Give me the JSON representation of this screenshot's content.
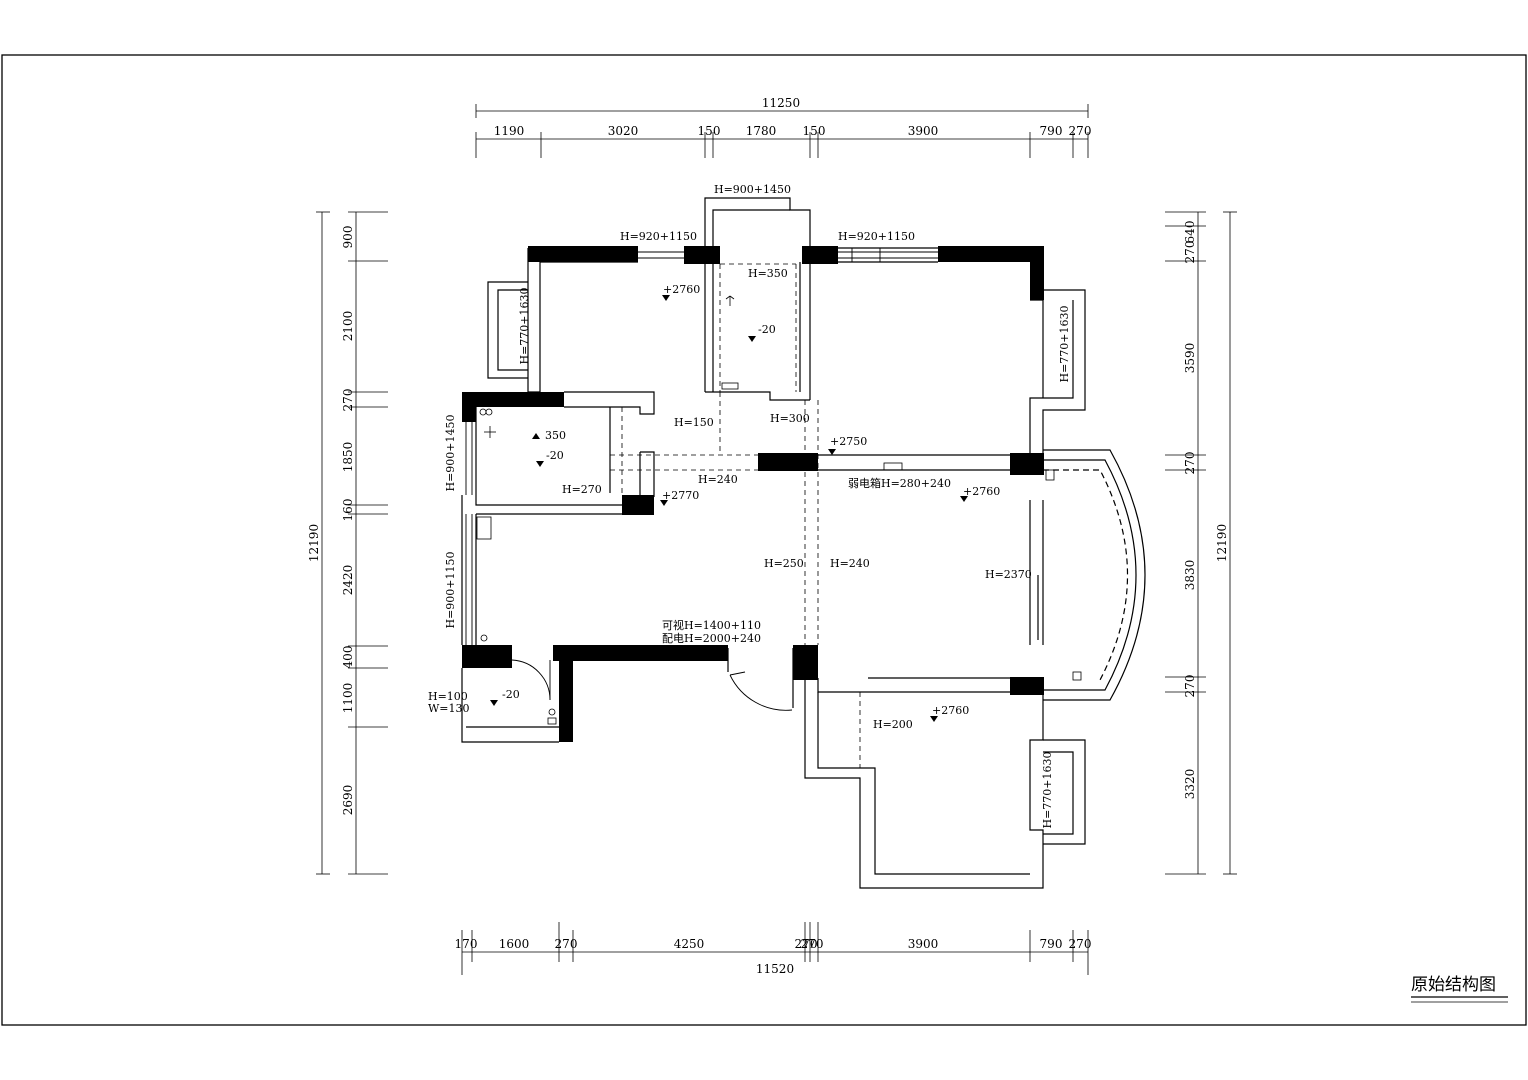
{
  "title": "原始结构图",
  "dimensions": {
    "top_total": "11250",
    "top_segments": [
      "1190",
      "3020",
      "150",
      "1780",
      "150",
      "3900",
      "790",
      "270"
    ],
    "bottom_total": "11520",
    "bottom_segments": [
      "170",
      "1600",
      "270",
      "4250",
      "270",
      "270",
      "3900",
      "790",
      "270"
    ],
    "left_total": "12190",
    "left_segments": [
      "900",
      "2100",
      "270",
      "1850",
      "160",
      "2420",
      "400",
      "1100",
      "2690"
    ],
    "right_total": "12190",
    "right_segments": [
      "270",
      "640",
      "3590",
      "270",
      "3830",
      "270",
      "3320"
    ]
  },
  "annotations": {
    "win_top_center": "H=900+1450",
    "win_top_left": "H=920+1150",
    "win_top_right": "H=920+1150",
    "win_left_upper": "H=770+1630",
    "win_right_upper": "H=770+1630",
    "win_right_lower": "H=770+1630",
    "win_left_mid": "H=900+1450",
    "win_left_lower": "H=900+1150",
    "beam_350": "H=350",
    "beam_300": "H=300",
    "beam_150": "H=150",
    "beam_240a": "H=240",
    "beam_270": "H=270",
    "beam_250": "H=250",
    "beam_240b": "H=240",
    "beam_2370": "H=2370",
    "beam_200": "H=200",
    "level_2760a": "+2760",
    "level_2760b": "+2760",
    "level_2760c": "+2760",
    "level_2750": "+2750",
    "level_2770": "+2770",
    "level_350": "350",
    "level_m20a": "-20",
    "level_m20b": "-20",
    "level_m20c": "-20",
    "weak_box": "弱电箱H=280+240",
    "tv_line1": "可视H=1400+110",
    "tv_line2": "配电H=2000+240",
    "vent_h": "H=100",
    "vent_w": "W=130"
  }
}
